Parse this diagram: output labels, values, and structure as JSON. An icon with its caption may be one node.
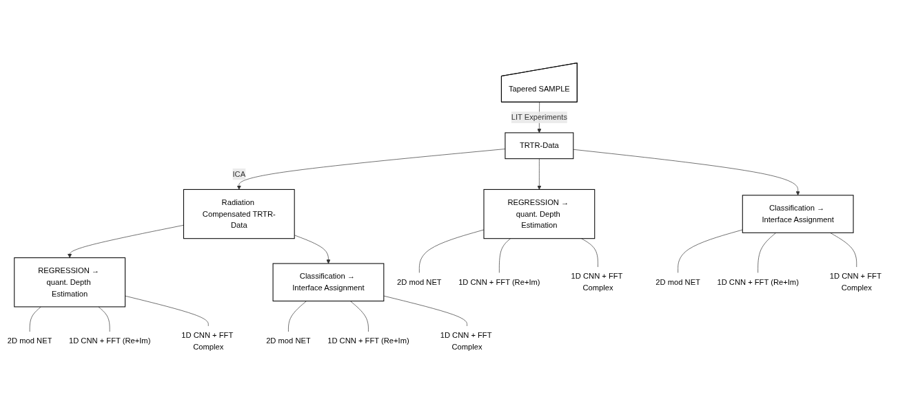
{
  "diagram": {
    "nodes": [
      {
        "text": [
          "Tapered SAMPLE"
        ]
      },
      {
        "text": [
          "TRTR-Data"
        ]
      },
      {
        "text": [
          "Radiation Compensated TRTR-Data"
        ]
      },
      {
        "text": [
          "REGRESSION → quant. Depth Estimation"
        ]
      },
      {
        "text": [
          "Classification → Interface Assignment"
        ]
      },
      {
        "text": [
          "REGRESSION → quant. Depth Estimation"
        ]
      },
      {
        "text": [
          "Classification → Interface Assignment"
        ]
      },
      {
        "text": [
          "2D mod NET"
        ]
      },
      {
        "text": [
          "1D CNN + FFT (Re+Im)"
        ]
      },
      {
        "text": [
          "1D CNN + FFT Complex"
        ]
      },
      {
        "text": [
          "2D mod NET"
        ]
      },
      {
        "text": [
          "1D CNN + FFT (Re+Im)"
        ]
      },
      {
        "text": [
          "1D CNN + FFT Complex"
        ]
      },
      {
        "text": [
          "2D mod NET"
        ]
      },
      {
        "text": [
          "1D CNN + FFT (Re+Im)"
        ]
      },
      {
        "text": [
          "1D CNN + FFT Complex"
        ]
      },
      {
        "text": [
          "2D mod NET"
        ]
      },
      {
        "text": [
          "1D CNN + FFT (Re+Im)"
        ]
      },
      {
        "text": [
          "1D CNN + FFT Complex"
        ]
      }
    ],
    "edges": [
      {
        "from": 0,
        "to": 1,
        "arrow": "to",
        "label": "LIT Experiments"
      },
      {
        "from": 1,
        "to": 2,
        "arrow": "to",
        "label": "ICA"
      },
      {
        "from": 1,
        "to": 3,
        "arrow": "to"
      },
      {
        "from": 1,
        "to": 4,
        "arrow": "to"
      },
      {
        "from": 2,
        "to": 5,
        "arrow": "to"
      },
      {
        "from": 2,
        "to": 6,
        "arrow": "to"
      },
      {
        "from": 3,
        "to": 7,
        "arrow": "none"
      },
      {
        "from": 3,
        "to": 8,
        "arrow": "none"
      },
      {
        "from": 3,
        "to": 9,
        "arrow": "none"
      },
      {
        "from": 4,
        "to": 10,
        "arrow": "none"
      },
      {
        "from": 4,
        "to": 11,
        "arrow": "none"
      },
      {
        "from": 4,
        "to": 12,
        "arrow": "none"
      },
      {
        "from": 5,
        "to": 13,
        "arrow": "none"
      },
      {
        "from": 5,
        "to": 14,
        "arrow": "none"
      },
      {
        "from": 5,
        "to": 15,
        "arrow": "none"
      },
      {
        "from": 6,
        "to": 16,
        "arrow": "none"
      },
      {
        "from": 6,
        "to": 17,
        "arrow": "none"
      },
      {
        "from": 6,
        "to": 18,
        "arrow": "none"
      }
    ]
  }
}
